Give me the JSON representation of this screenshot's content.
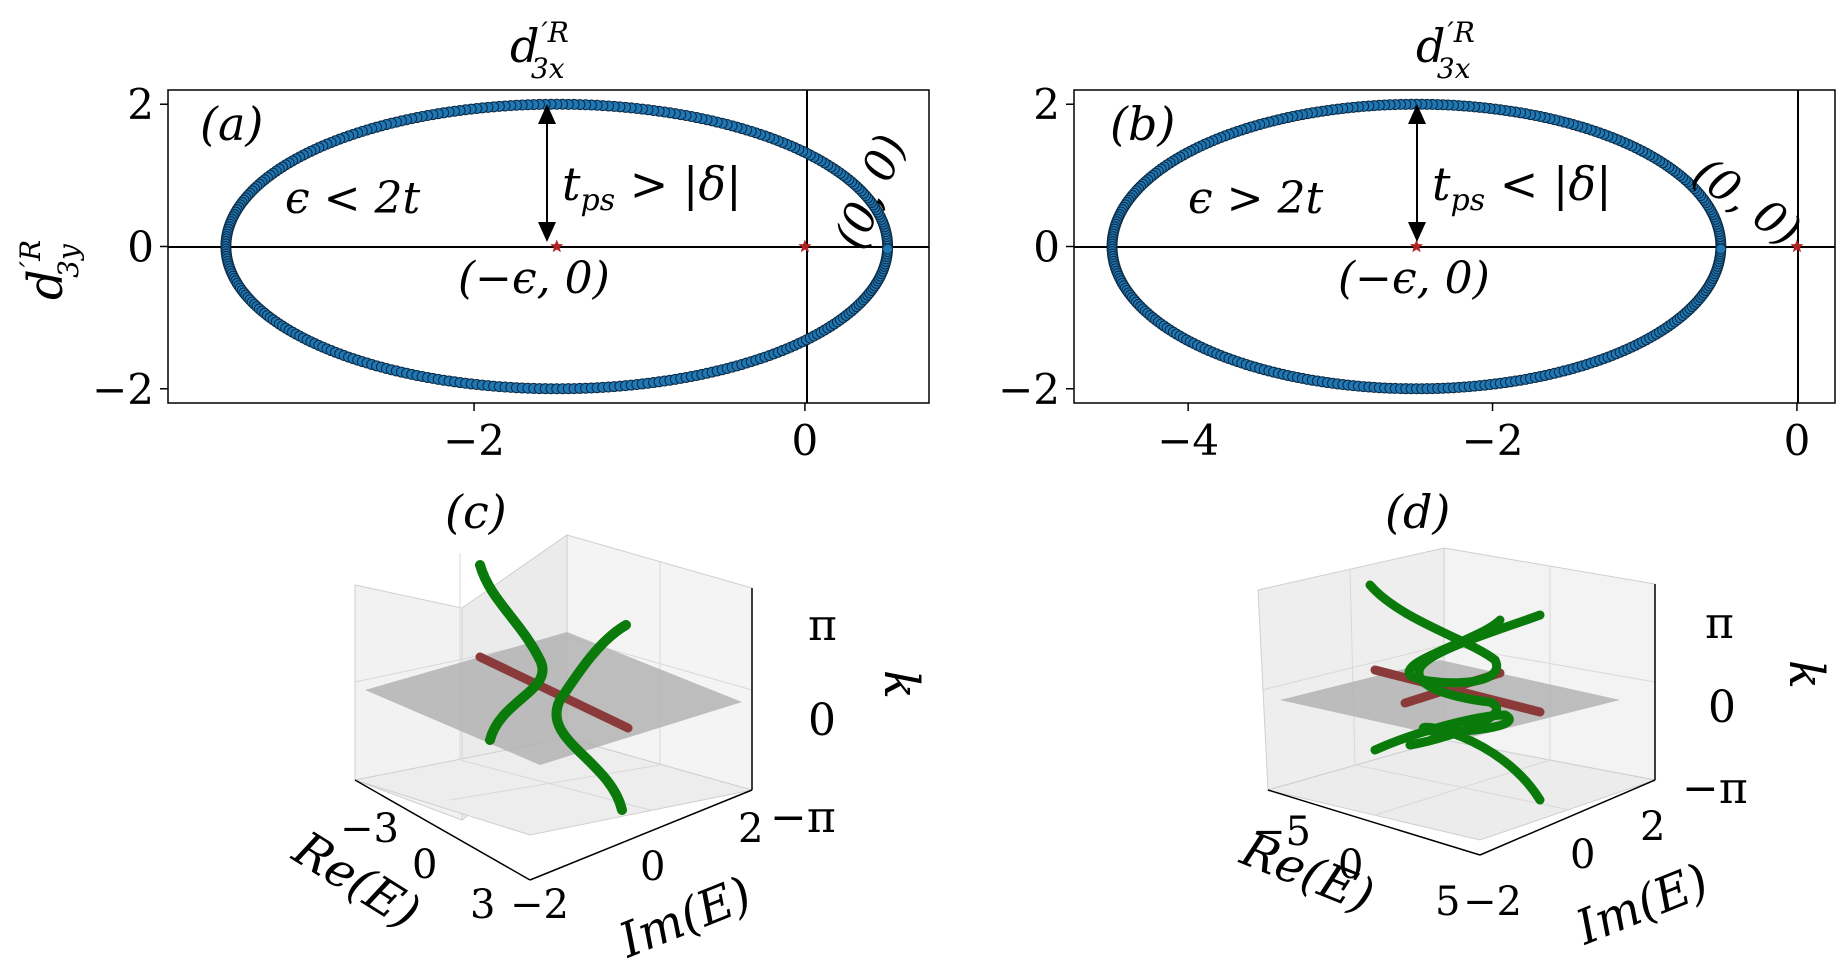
{
  "chart_data": [
    {
      "panel": "(a)",
      "type": "scatter",
      "title": "d′R3x",
      "ylabel": "d′R3y",
      "xlim": [
        -3.85,
        0.75
      ],
      "ylim": [
        -2.2,
        2.2
      ],
      "xticks": [
        "−2",
        "0"
      ],
      "xtick_values": [
        -2,
        0
      ],
      "yticks": [
        "2",
        "0",
        "−2"
      ],
      "ytick_values": [
        2,
        0,
        -2
      ],
      "series": [
        {
          "values": {
            "shape": "ellipse",
            "center": [
              -1.5,
              0
            ],
            "rx": 2.0,
            "ry": 2.0
          },
          "color": "#1f77b4"
        }
      ],
      "points": [
        {
          "label": "(−ϵ, 0)",
          "x": -1.5,
          "y": 0,
          "color": "#b22222"
        },
        {
          "label": "(0, 0)",
          "x": 0,
          "y": 0,
          "color": "#b22222"
        }
      ],
      "annotations": [
        "ϵ < 2t",
        "t_ps > |δ|",
        "(a)"
      ],
      "guides": {
        "hline": 0,
        "vline": 0
      }
    },
    {
      "panel": "(b)",
      "type": "scatter",
      "title": "d′R3x",
      "xlim": [
        -4.75,
        0.25
      ],
      "ylim": [
        -2.2,
        2.2
      ],
      "xticks": [
        "−4",
        "−2",
        "0"
      ],
      "xtick_values": [
        -4,
        -2,
        0
      ],
      "yticks": [
        "2",
        "0",
        "−2"
      ],
      "ytick_values": [
        2,
        0,
        -2
      ],
      "series": [
        {
          "values": {
            "shape": "ellipse",
            "center": [
              -2.5,
              0
            ],
            "rx": 2.0,
            "ry": 2.0
          },
          "color": "#1f77b4"
        }
      ],
      "points": [
        {
          "label": "(−ϵ, 0)",
          "x": -2.5,
          "y": 0,
          "color": "#b22222"
        },
        {
          "label": "(0, 0)",
          "x": 0,
          "y": 0,
          "color": "#b22222"
        }
      ],
      "annotations": [
        "ϵ > 2t",
        "t_ps < |δ|",
        "(b)"
      ],
      "guides": {
        "hline": 0,
        "vline": 0
      }
    },
    {
      "panel": "(c)",
      "type": "line3d",
      "xlabel": "Re(E)",
      "ylabel": "Im(E)",
      "zlabel": "k",
      "xticks": [
        "−3",
        "0",
        "3"
      ],
      "yticks": [
        "−2",
        "0",
        "2"
      ],
      "zticks": [
        "−π",
        "0",
        "π"
      ],
      "series": [
        {
          "kind": "spectrum",
          "color": "#0a7a0a"
        },
        {
          "kind": "reference-line",
          "color": "#8b3a3a"
        }
      ]
    },
    {
      "panel": "(d)",
      "type": "line3d",
      "xlabel": "Re(E)",
      "ylabel": "Im(E)",
      "zlabel": "k",
      "xticks": [
        "−5",
        "0",
        "5"
      ],
      "yticks": [
        "−2",
        "0",
        "2"
      ],
      "zticks": [
        "−π",
        "0",
        "π"
      ],
      "series": [
        {
          "kind": "spectrum",
          "color": "#0a7a0a"
        },
        {
          "kind": "reference-line",
          "color": "#8b3a3a"
        }
      ]
    }
  ],
  "labels": {
    "a": "(a)",
    "b": "(b)",
    "c": "(c)",
    "d": "(d)",
    "title_a_main": "d",
    "title_a_sup": "′R",
    "title_a_sub": "3x",
    "title_b_main": "d",
    "title_b_sup": "′R",
    "title_b_sub": "3x",
    "ylabel_main": "d",
    "ylabel_sup": "′R",
    "ylabel_sub": "3y",
    "eps_a": "ϵ < 2t",
    "eps_b": "ϵ > 2t",
    "tps_a_t": "t",
    "tps_a_sub": "ps",
    "tps_a_rel": " > |δ|",
    "tps_b_t": "t",
    "tps_b_sub": "ps",
    "tps_b_rel": " < |δ|",
    "pt_eps": "(−ϵ, 0)",
    "pt_zero": "(0, 0)",
    "re_e": "Re(E)",
    "im_e": "Im(E)",
    "k": "k"
  }
}
